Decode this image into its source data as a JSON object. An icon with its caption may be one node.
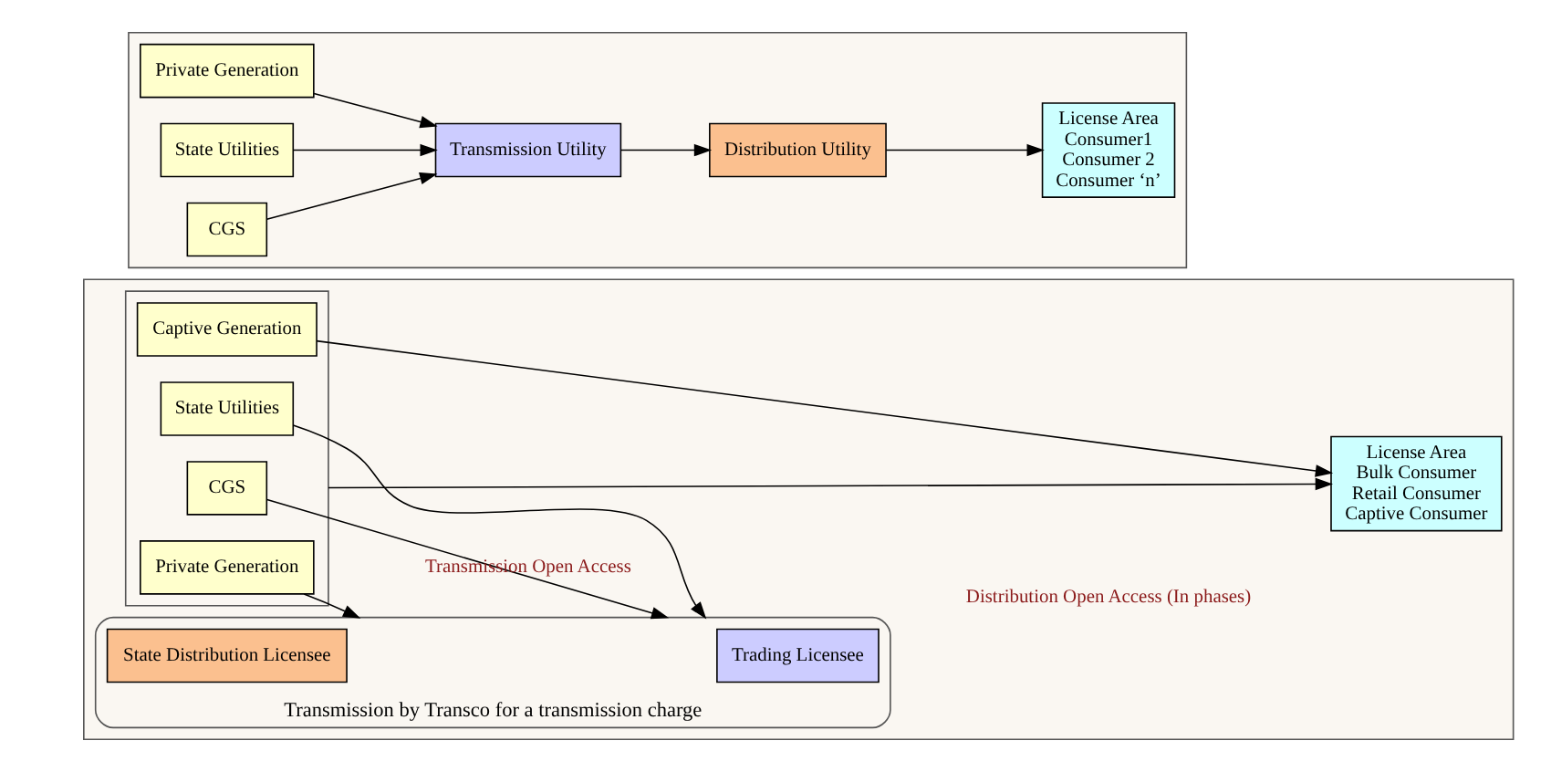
{
  "diagram": {
    "nodes": [
      {
        "text": [],
        "shape": "box"
      },
      {
        "text": [
          "CGS"
        ],
        "in": 0
      },
      {
        "text": [
          "State Utilities"
        ],
        "in": 0
      },
      {
        "text": [
          "Private Generation"
        ],
        "in": 0
      },
      {
        "text": [
          "Transmission Utility"
        ],
        "in": 0
      },
      {
        "text": [
          "Distribution Utility"
        ],
        "in": 0
      },
      {
        "text": [
          "License Area",
          "Consumer1",
          "Consumer 2",
          "Consumer ‘n’"
        ],
        "in": 0
      },
      {
        "text": [],
        "shape": "box"
      },
      {
        "text": [],
        "shape": "box",
        "in": 7
      },
      {
        "text": [
          "CGS"
        ],
        "in": 8
      },
      {
        "text": [
          "State Utilities"
        ],
        "in": 8
      },
      {
        "text": [
          "Private Generation"
        ],
        "in": 8
      },
      {
        "text": [
          "Captive Generation"
        ],
        "in": 8
      },
      {
        "text": [
          "Transmission by Transco for a transmission charge"
        ],
        "in": 7
      },
      {
        "text": [
          "Trading Licensee"
        ],
        "in": 13
      },
      {
        "text": [
          "State Distribution Licensee"
        ],
        "in": 13
      },
      {
        "text": [
          "License Area",
          "Bulk Consumer",
          "Retail Consumer",
          "Captive Consumer"
        ],
        "in": 7
      }
    ],
    "edges": [
      {
        "from": 1,
        "to": 4,
        "arrow": "to"
      },
      {
        "from": 2,
        "to": 4,
        "arrow": "to"
      },
      {
        "from": 3,
        "to": 4,
        "arrow": "to"
      },
      {
        "from": 4,
        "to": 5,
        "arrow": "to"
      },
      {
        "from": 5,
        "to": 6,
        "arrow": "to"
      },
      {
        "from": 8,
        "to": 16,
        "arrow": "to"
      },
      {
        "from": 9,
        "to": 13,
        "arrow": "to"
      },
      {
        "from": 10,
        "to": 13,
        "arrow": "to"
      },
      {
        "from": 11,
        "to": 13,
        "arrow": "to"
      },
      {
        "from": 12,
        "to": 16,
        "arrow": "to"
      }
    ],
    "labels": [
      "Transmission Open Access",
      "Distribution Open Access (In phases)"
    ]
  }
}
